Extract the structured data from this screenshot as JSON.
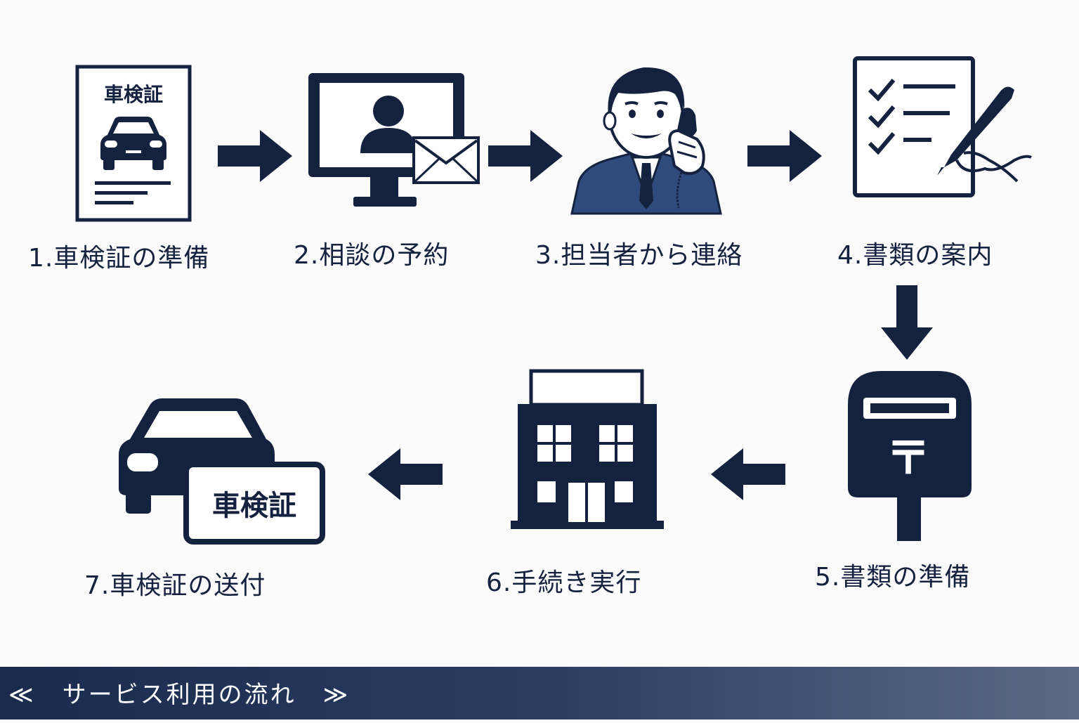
{
  "steps": [
    {
      "label": "1.車検証の準備",
      "icon": "vehicle-inspection-certificate-icon",
      "doc_title": "車検証"
    },
    {
      "label": "2.相談の予約",
      "icon": "monitor-mail-icon"
    },
    {
      "label": "3.担当者から連絡",
      "icon": "staff-phone-icon"
    },
    {
      "label": "4.書類の案内",
      "icon": "checklist-pen-icon"
    },
    {
      "label": "5.書類の準備",
      "icon": "postbox-icon",
      "postal_mark": "〒"
    },
    {
      "label": "6.手続き実行",
      "icon": "office-building-icon"
    },
    {
      "label": "7.車検証の送付",
      "icon": "car-certificate-icon",
      "card_title": "車検証"
    }
  ],
  "footer": {
    "left_mark": "≪",
    "title": "サービス利用の流れ",
    "right_mark": "≫"
  },
  "colors": {
    "navy": "#15223f",
    "suit": "#2f4a7c",
    "background": "#fbfbfb"
  }
}
